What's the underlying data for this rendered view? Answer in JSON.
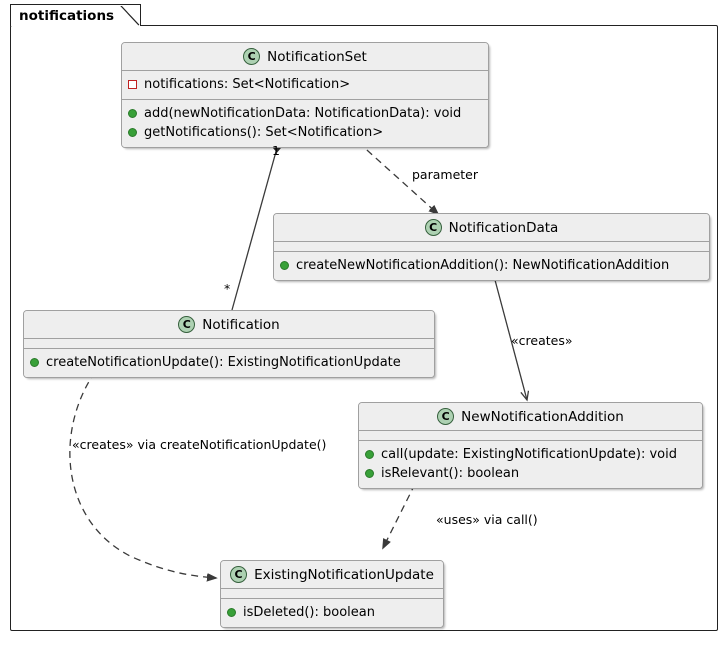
{
  "package": {
    "name": "notifications"
  },
  "classes": [
    {
      "id": "notification-set",
      "name": "NotificationSet",
      "icon": "C",
      "attributes": [
        {
          "visibility": "private",
          "text": "notifications: Set<Notification>"
        }
      ],
      "methods": [
        {
          "visibility": "public",
          "text": "add(newNotificationData: NotificationData): void"
        },
        {
          "visibility": "public",
          "text": "getNotifications(): Set<Notification>"
        }
      ]
    },
    {
      "id": "notification-data",
      "name": "NotificationData",
      "icon": "C",
      "attributes": [],
      "methods": [
        {
          "visibility": "public",
          "text": "createNewNotificationAddition(): NewNotificationAddition"
        }
      ]
    },
    {
      "id": "notification",
      "name": "Notification",
      "icon": "C",
      "attributes": [],
      "methods": [
        {
          "visibility": "public",
          "text": "createNotificationUpdate(): ExistingNotificationUpdate"
        }
      ]
    },
    {
      "id": "new-notification-addition",
      "name": "NewNotificationAddition",
      "icon": "C",
      "attributes": [],
      "methods": [
        {
          "visibility": "public",
          "text": "call(update: ExistingNotificationUpdate): void"
        },
        {
          "visibility": "public",
          "text": "isRelevant(): boolean"
        }
      ]
    },
    {
      "id": "existing-notification-update",
      "name": "ExistingNotificationUpdate",
      "icon": "C",
      "attributes": [],
      "methods": [
        {
          "visibility": "public",
          "text": "isDeleted(): boolean"
        }
      ]
    }
  ],
  "relationships": {
    "composition_multiplicity_source": "1",
    "composition_multiplicity_target": "*",
    "parameter_label": "parameter",
    "creates_label": "«creates»",
    "creates_via_update_label": "«creates» via createNotificationUpdate()",
    "uses_via_call_label": "«uses» via call()"
  },
  "colors": {
    "class_header_fill": "#EEEEEE",
    "class_border": "#A0A0A0",
    "icon_fill": "#ADD1B2",
    "icon_border": "#36603D",
    "public_marker": "#38A038",
    "private_marker": "#C02020",
    "line": "#3A3A3A",
    "package_border": "#222222",
    "background": "#FFFFFF"
  }
}
